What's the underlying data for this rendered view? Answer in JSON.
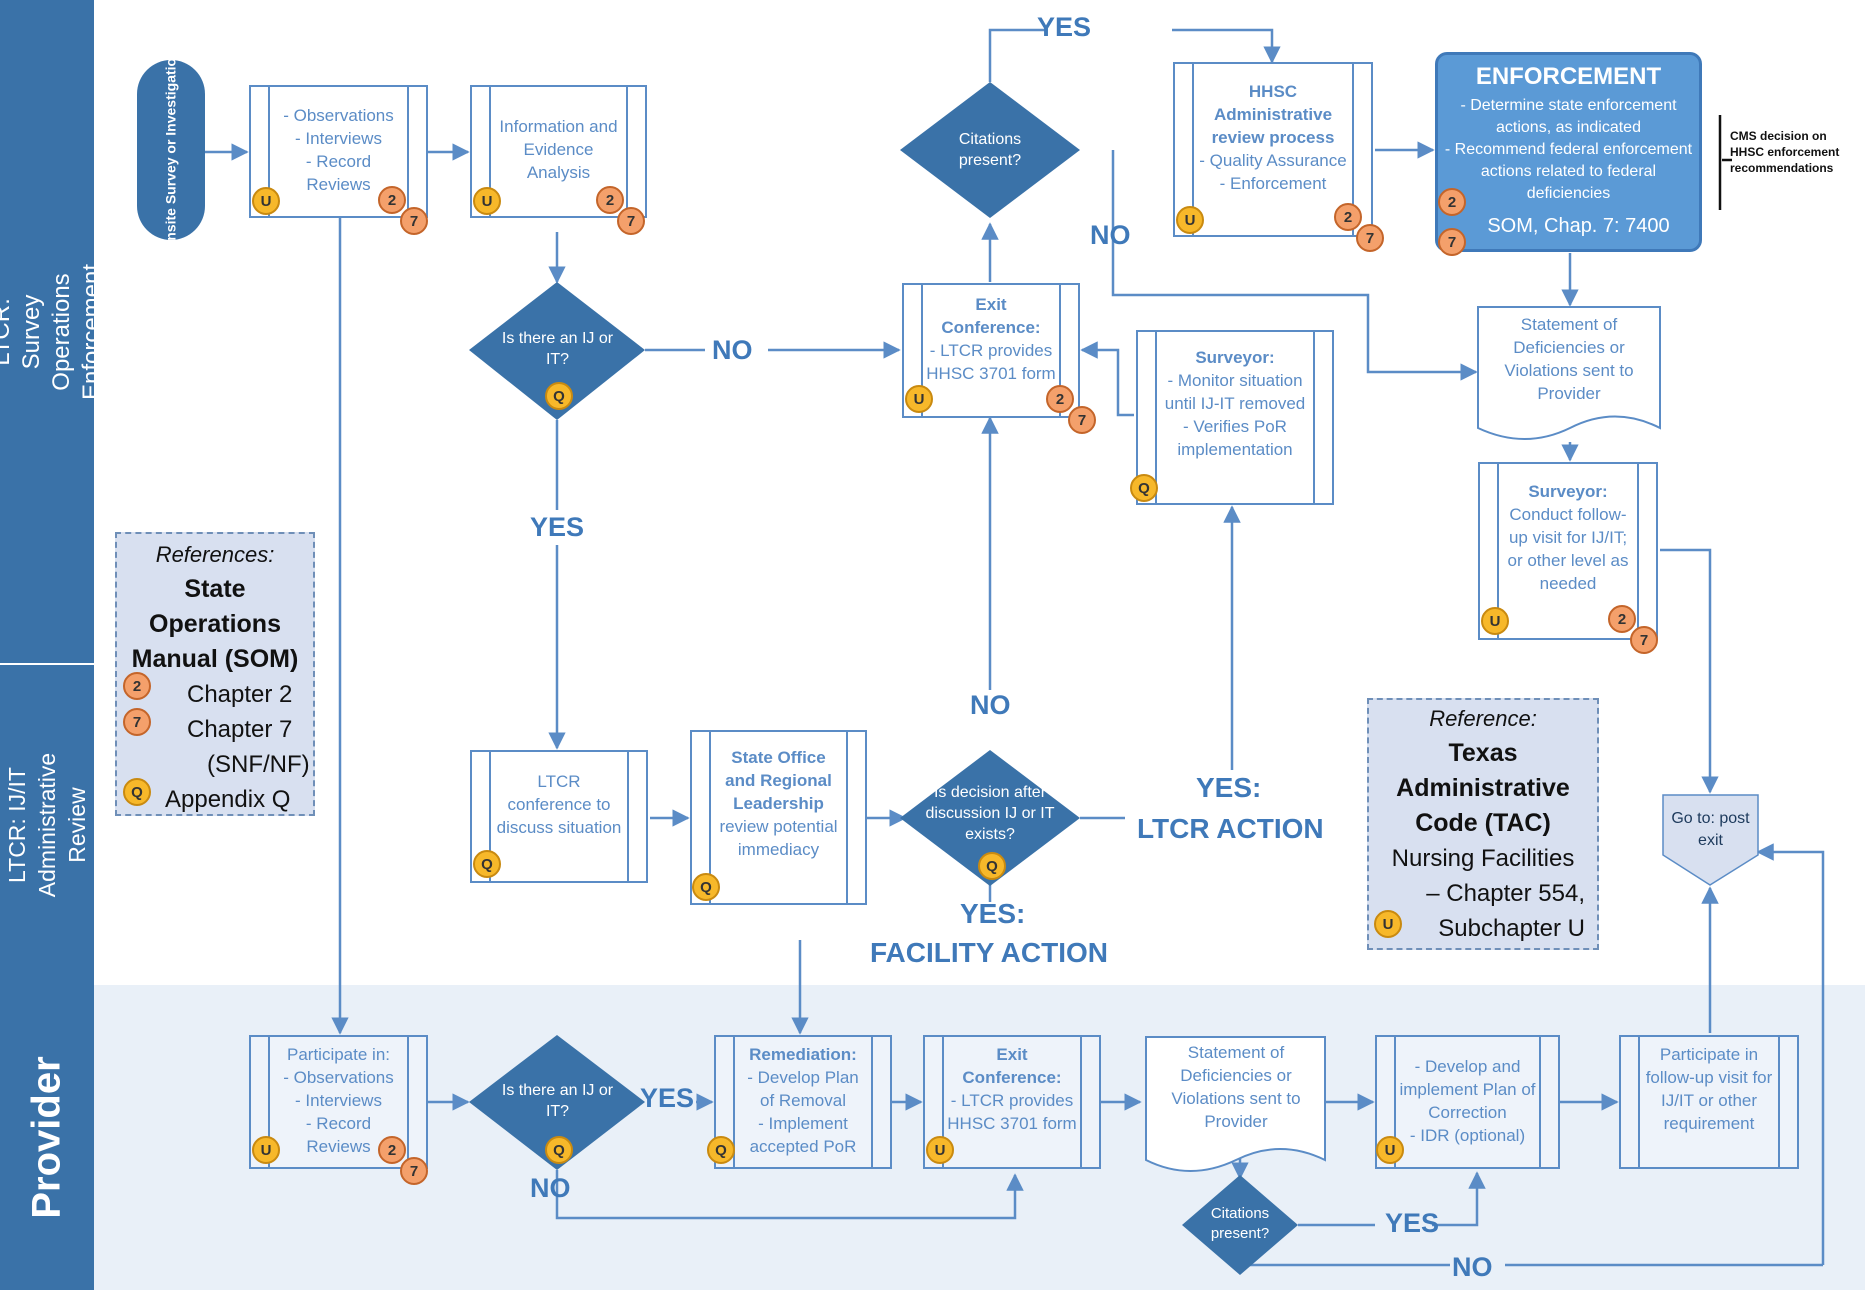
{
  "lanes": {
    "survey": "LTCR: Survey Operations Enforcement",
    "ijit": "LTCR: IJ/IT Administrative Review",
    "provider": "Provider"
  },
  "start": "Onsite Survey or Investigation",
  "survey_lane": {
    "observe_box": "- Observations\n- Interviews\n- Record Reviews",
    "analysis_box": "Information and Evidence Analysis",
    "ij_decision": "Is there an IJ or IT?",
    "citations_decision": "Citations present?",
    "hhsc_box_title": "HHSC Administrative review process",
    "hhsc_box_body": "- Quality Assurance\n- Enforcement",
    "exit_title": "Exit Conference:",
    "exit_body": "- LTCR provides HHSC 3701 form",
    "monitor_title": "Surveyor:",
    "monitor_body": "- Monitor situation until IJ-IT removed\n- Verifies PoR implementation",
    "statement_doc": "Statement of Deficiencies or Violations sent to Provider",
    "followup_title": "Surveyor:",
    "followup_body": "Conduct follow-up visit for IJ/IT; or other level as needed"
  },
  "enforcement": {
    "title": "ENFORCEMENT",
    "body": "- Determine state enforcement actions, as indicated\n- Recommend federal enforcement actions related to federal deficiencies",
    "som": "SOM, Chap. 7: 7400",
    "cms_note": "CMS decision on HHSC enforcement recommendations"
  },
  "references": {
    "heading": "References:",
    "title": "State Operations Manual (SOM)",
    "ch2": "Chapter 2",
    "ch7": "Chapter 7",
    "ch7_sub": "(SNF/NF)",
    "appq": "Appendix Q"
  },
  "tac": {
    "heading": "Reference:",
    "title": "Texas Administrative Code (TAC)",
    "line1": "Nursing Facilities",
    "line2": "– Chapter 554,",
    "line3": "Subchapter U"
  },
  "ijit_lane": {
    "conference_box": "LTCR conference to discuss situation",
    "state_office_title": "State Office and Regional Leadership",
    "state_office_body": "review potential immediacy",
    "decision": "Is decision after discussion IJ or IT exists?",
    "goto": "Go to: post exit"
  },
  "provider_lane": {
    "participate_box": "Participate in:\n- Observations\n- Interviews\n- Record Reviews",
    "ij_decision": "Is there an IJ or IT?",
    "remediation_title": "Remediation:",
    "remediation_body": "- Develop Plan of Removal\n- Implement accepted PoR",
    "exit_title": "Exit Conference:",
    "exit_body": "- LTCR provides HHSC 3701 form",
    "statement_doc": "Statement of Deficiencies or Violations sent to Provider",
    "citations_decision": "Citations present?",
    "poc_box": "- Develop and implement Plan of Correction\n- IDR (optional)",
    "followup_box": "Participate in follow-up visit for IJ/IT or other requirement"
  },
  "labels": {
    "yes": "YES",
    "no": "NO",
    "yes_ltcr_1": "YES:",
    "yes_ltcr_2": "LTCR ACTION",
    "yes_fac_1": "YES:",
    "yes_fac_2": "FACILITY ACTION"
  },
  "badges": {
    "u": "U",
    "q": "Q",
    "two": "2",
    "seven": "7"
  },
  "colors": {
    "lane_header": "#3a72a8",
    "line": "#5b8cc6",
    "decision": "#3a72a8",
    "badge_u": "#f7b82a",
    "badge_num": "#f4a06b",
    "enforcement": "#5b9ad6"
  }
}
